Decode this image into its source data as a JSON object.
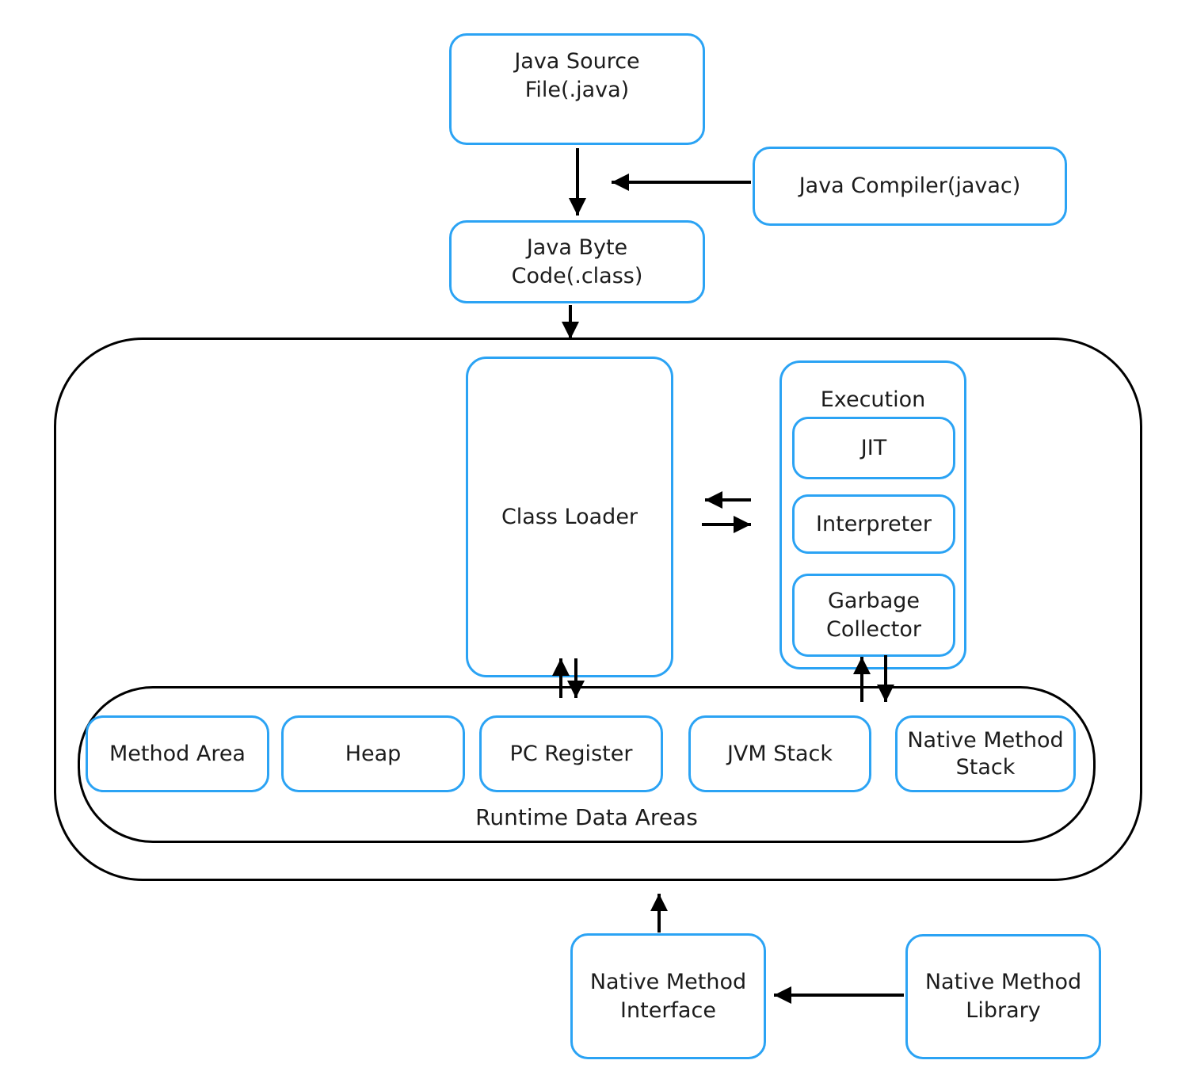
{
  "colors": {
    "node_border": "#2BA3F4",
    "container_border": "#000000",
    "text": "#1c1c1c",
    "background": "#ffffff",
    "arrow": "#000000"
  },
  "nodes": {
    "java_source_file": {
      "lines": [
        "Java Source",
        "File(.java)"
      ]
    },
    "java_compiler": {
      "label": "Java Compiler(javac)"
    },
    "java_byte_code": {
      "lines": [
        "Java Byte",
        "Code(.class)"
      ]
    },
    "class_loader": {
      "label": "Class Loader"
    },
    "execution": {
      "label": "Execution"
    },
    "jit": {
      "label": "JIT"
    },
    "interpreter": {
      "label": "Interpreter"
    },
    "garbage_collector": {
      "lines": [
        "Garbage",
        "Collector"
      ]
    },
    "runtime_data_areas": {
      "label": "Runtime Data Areas"
    },
    "method_area": {
      "label": "Method Area"
    },
    "heap": {
      "label": "Heap"
    },
    "pc_register": {
      "label": "PC Register"
    },
    "jvm_stack": {
      "label": "JVM Stack"
    },
    "native_method_stack": {
      "lines": [
        "Native Method",
        "Stack"
      ]
    },
    "native_method_interface": {
      "lines": [
        "Native Method",
        "Interface"
      ]
    },
    "native_method_library": {
      "lines": [
        "Native Method",
        "Library"
      ]
    }
  },
  "arrows": [
    {
      "name": "java-source-to-byte-code",
      "direction": "down"
    },
    {
      "name": "compiler-to-compile-flow",
      "direction": "left"
    },
    {
      "name": "byte-code-to-jvm",
      "direction": "down"
    },
    {
      "name": "execution-to-class-loader",
      "direction": "left"
    },
    {
      "name": "class-loader-to-execution",
      "direction": "right"
    },
    {
      "name": "runtime-to-class-loader",
      "direction": "up"
    },
    {
      "name": "class-loader-to-runtime",
      "direction": "down"
    },
    {
      "name": "runtime-to-garbage-collector",
      "direction": "up"
    },
    {
      "name": "garbage-collector-to-runtime",
      "direction": "down"
    },
    {
      "name": "native-interface-to-jvm",
      "direction": "up"
    },
    {
      "name": "native-library-to-native-interface",
      "direction": "left"
    }
  ]
}
